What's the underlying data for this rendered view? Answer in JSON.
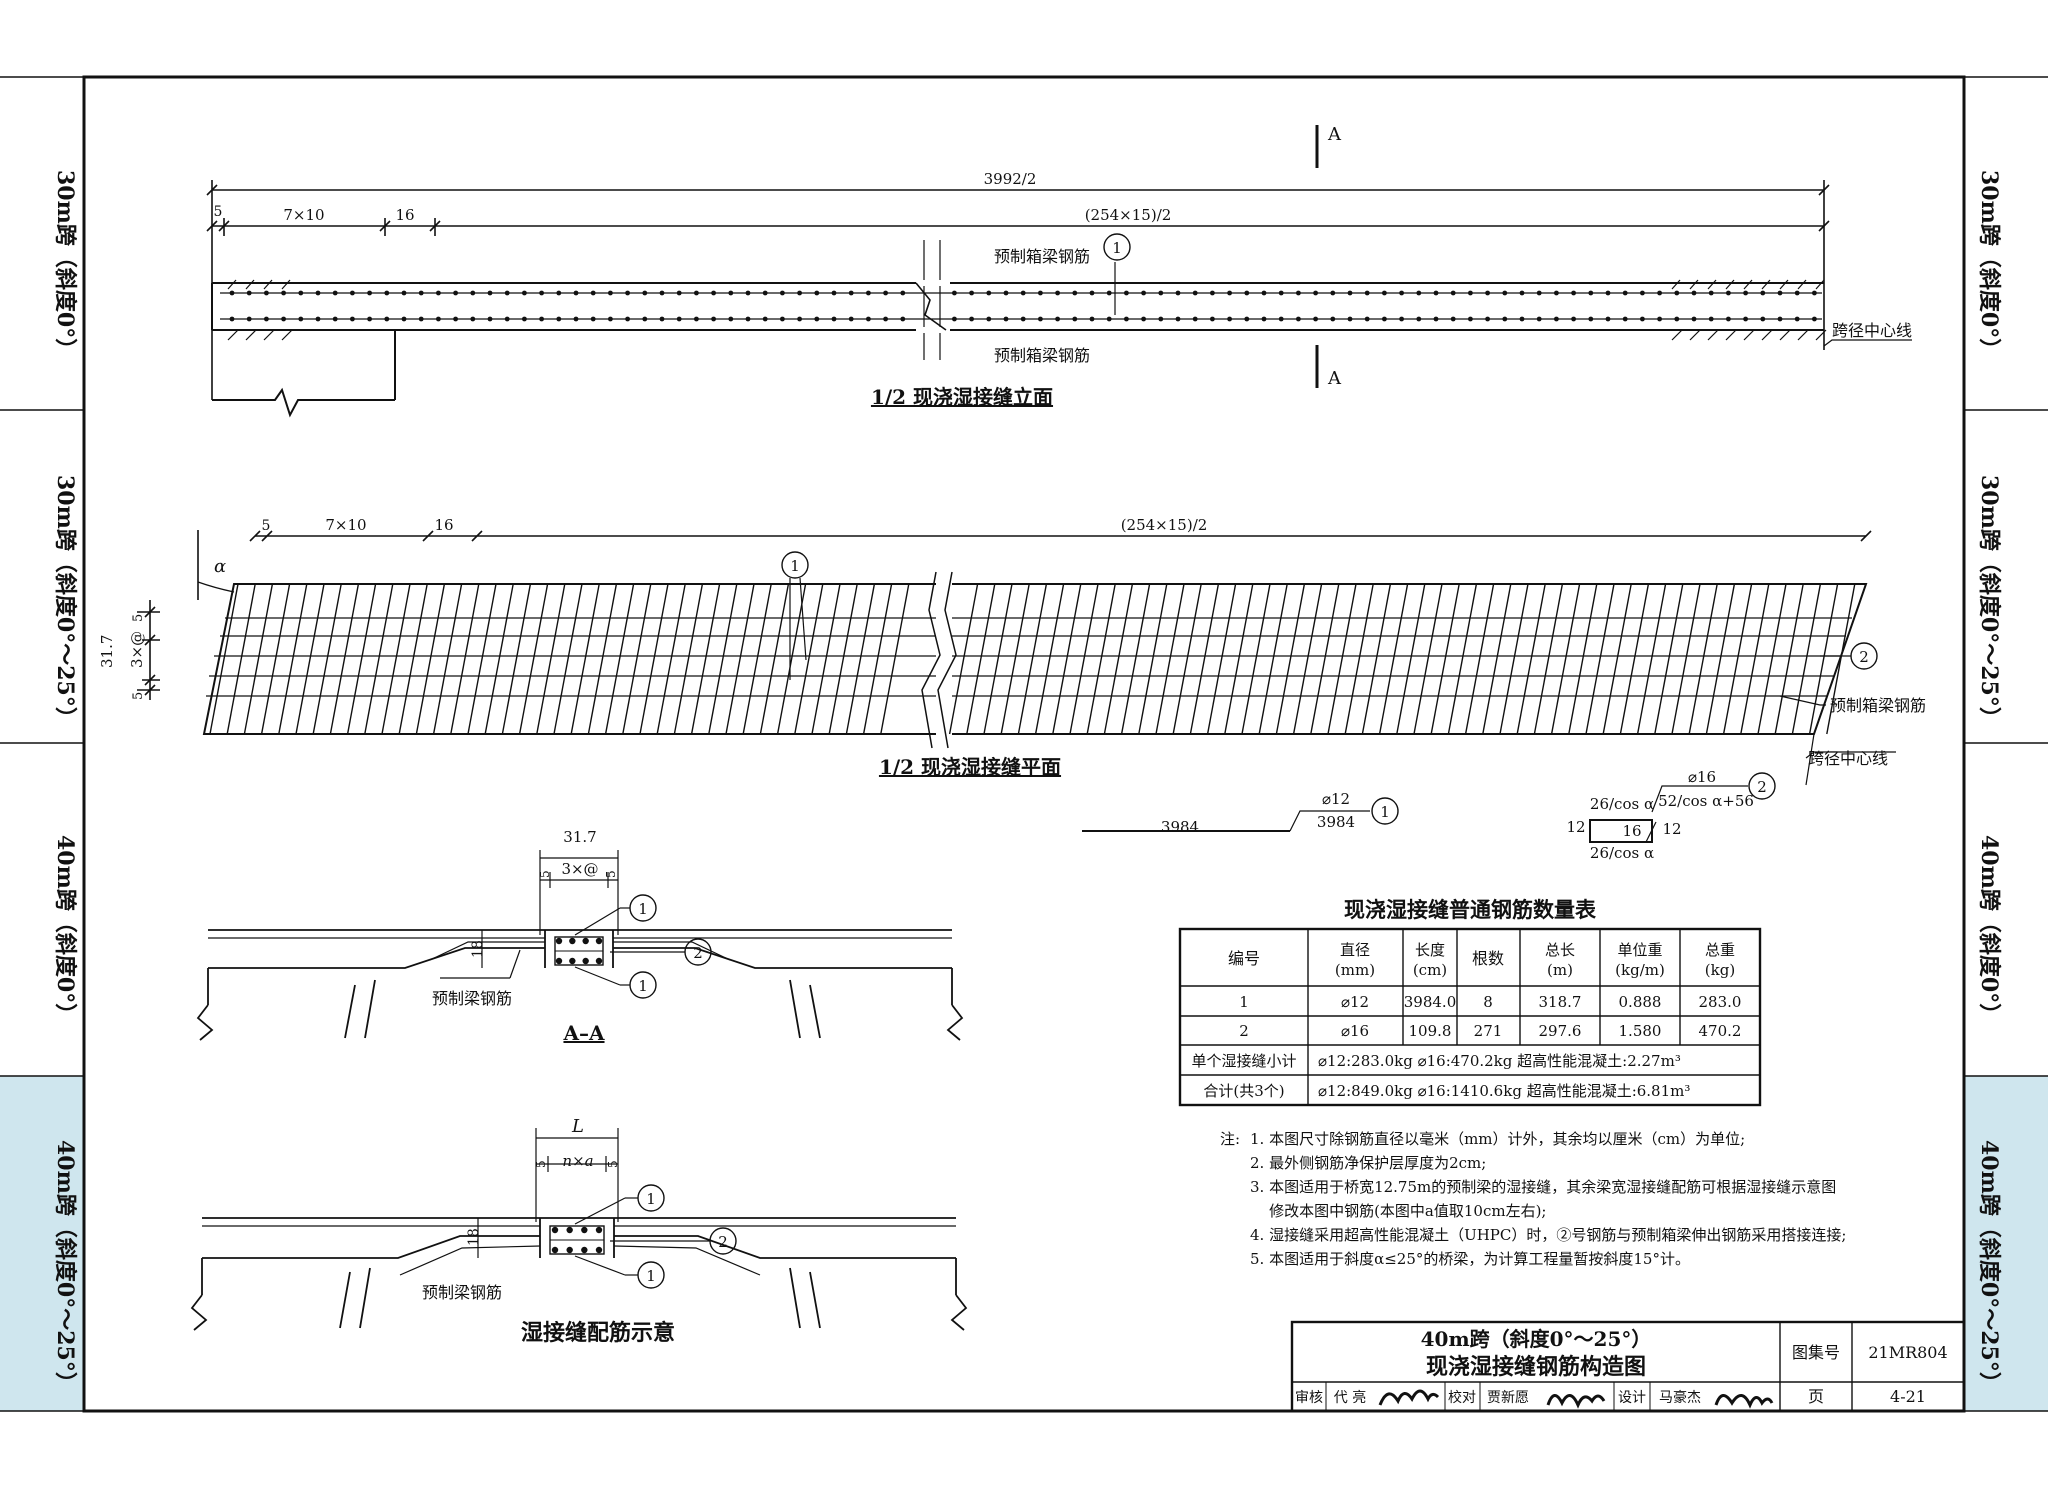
{
  "side_tabs": [
    {
      "label": "30m跨（斜度0°）",
      "highlight": false
    },
    {
      "label": "30m跨（斜度0°～25°）",
      "highlight": false
    },
    {
      "label": "40m跨（斜度0°）",
      "highlight": false
    },
    {
      "label": "40m跨（斜度0°～25°）",
      "highlight": true
    }
  ],
  "colors": {
    "tab_highlight": "#cfe6ee",
    "line": "#111111"
  },
  "elevation": {
    "title": "1/2 现浇湿接缝立面",
    "dim_total": "3992/2",
    "dim_a": "5",
    "dim_b": "7×10",
    "dim_c": "16",
    "dim_d": "(254×15)/2",
    "label_top": "预制箱梁钢筋",
    "label_bottom": "预制箱梁钢筋",
    "section_mark": "A",
    "centerline": "跨径中心线",
    "callout": "1"
  },
  "plan": {
    "title": "1/2 现浇湿接缝平面",
    "dim_a": "5",
    "dim_b": "7×10",
    "dim_c": "16",
    "dim_d": "(254×15)/2",
    "angle": "α",
    "v_total": "31.7",
    "v_mid": "3×@",
    "v_end1": "5",
    "v_end2": "5",
    "callout1": "1",
    "callout2": "2",
    "label_right": "预制箱梁钢筋",
    "centerline": "跨径中心线"
  },
  "bar_shapes": {
    "bar1_len": "3984",
    "bar1_dia": "⌀12",
    "bar1_len2": "3984",
    "bar1_id": "1",
    "bar2_dia": "⌀16",
    "bar2_top_left": "26/cos α",
    "bar2_top_right": "52/cos α+56",
    "bar2_left": "12",
    "bar2_mid": "16",
    "bar2_right": "12",
    "bar2_bottom": "26/cos α",
    "bar2_id": "2"
  },
  "section_aa": {
    "title": "A–A",
    "dim_total": "31.7",
    "dim_mid": "3×@",
    "dim_end1": "5",
    "dim_end2": "5",
    "height": "18",
    "label": "预制梁钢筋",
    "callout1": "1",
    "callout2": "2",
    "callout3": "1"
  },
  "schematic": {
    "title": "湿接缝配筋示意",
    "dim_total": "L",
    "dim_mid": "n×a",
    "dim_end1": "5",
    "dim_end2": "5",
    "height": "18",
    "label": "预制梁钢筋",
    "callout1": "1",
    "callout2": "2",
    "callout3": "1"
  },
  "table": {
    "title": "现浇湿接缝普通钢筋数量表",
    "headers": [
      "编号",
      "直径\n(mm)",
      "长度\n(cm)",
      "根数",
      "总长\n(m)",
      "单位重\n(kg/m)",
      "总重\n(kg)"
    ],
    "rows": [
      [
        "1",
        "⌀12",
        "3984.0",
        "8",
        "318.7",
        "0.888",
        "283.0"
      ],
      [
        "2",
        "⌀16",
        "109.8",
        "271",
        "297.6",
        "1.580",
        "470.2"
      ]
    ],
    "subtotal_label": "单个湿接缝小计",
    "subtotal_value": "⌀12:283.0kg ⌀16:470.2kg 超高性能混凝土:2.27m³",
    "total_label": "合计(共3个)",
    "total_value": "⌀12:849.0kg ⌀16:1410.6kg 超高性能混凝土:6.81m³"
  },
  "notes": {
    "prefix": "注:",
    "items": [
      "1. 本图尺寸除钢筋直径以毫米（mm）计外，其余均以厘米（cm）为单位;",
      "2. 最外侧钢筋净保护层厚度为2cm;",
      "3. 本图适用于桥宽12.75m的预制梁的湿接缝，其余梁宽湿接缝配筋可根据湿接缝示意图",
      "    修改本图中钢筋(本图中a值取10cm左右);",
      "4. 湿接缝采用超高性能混凝土（UHPC）时，②号钢筋与预制箱梁伸出钢筋采用搭接连接;",
      "5. 本图适用于斜度α≤25°的桥梁，为计算工程量暂按斜度15°计。"
    ]
  },
  "title_block": {
    "title_line1": "40m跨（斜度0°～25°）",
    "title_line2": "现浇湿接缝钢筋构造图",
    "atlas_label": "图集号",
    "atlas_no": "21MR804",
    "page_label": "页",
    "page_no": "4-21",
    "review_label": "审核",
    "reviewer": "代 亮",
    "check_label": "校对",
    "checker": "贾新愿",
    "design_label": "设计",
    "designer": "马豪杰"
  }
}
